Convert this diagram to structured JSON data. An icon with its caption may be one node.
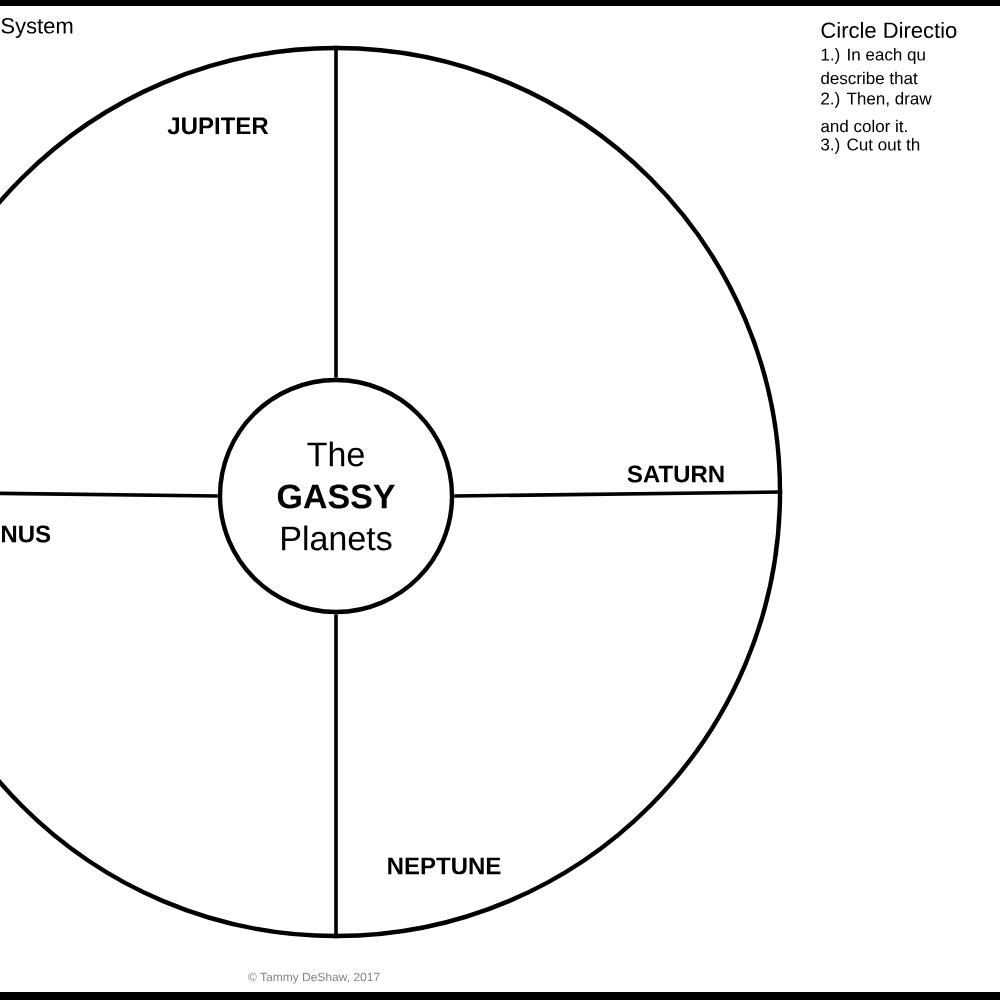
{
  "diagram": {
    "nodes": [
      {
        "text": [],
        "shape": "circle"
      },
      {
        "text": [
          "The **GASSY** Planets"
        ],
        "in": 0
      }
    ],
    "edges": [
      {
        "from": 1,
        "to": 0,
        "arrow": "none"
      },
      {
        "from": 1,
        "to": 0,
        "arrow": "none"
      },
      {
        "from": 1,
        "to": 0,
        "arrow": "none"
      },
      {
        "from": 1,
        "to": 0,
        "arrow": "none"
      }
    ],
    "labels": [
      "System",
      "JUPITER",
      "Circle Directio",
      "1.) In each qu",
      "describe that",
      "2.) Then, draw",
      "and color it.",
      "3.) Cut out th",
      "SATURN",
      "NUS",
      "NEPTUNE",
      "© Tammy DeShaw, 2017"
    ]
  }
}
